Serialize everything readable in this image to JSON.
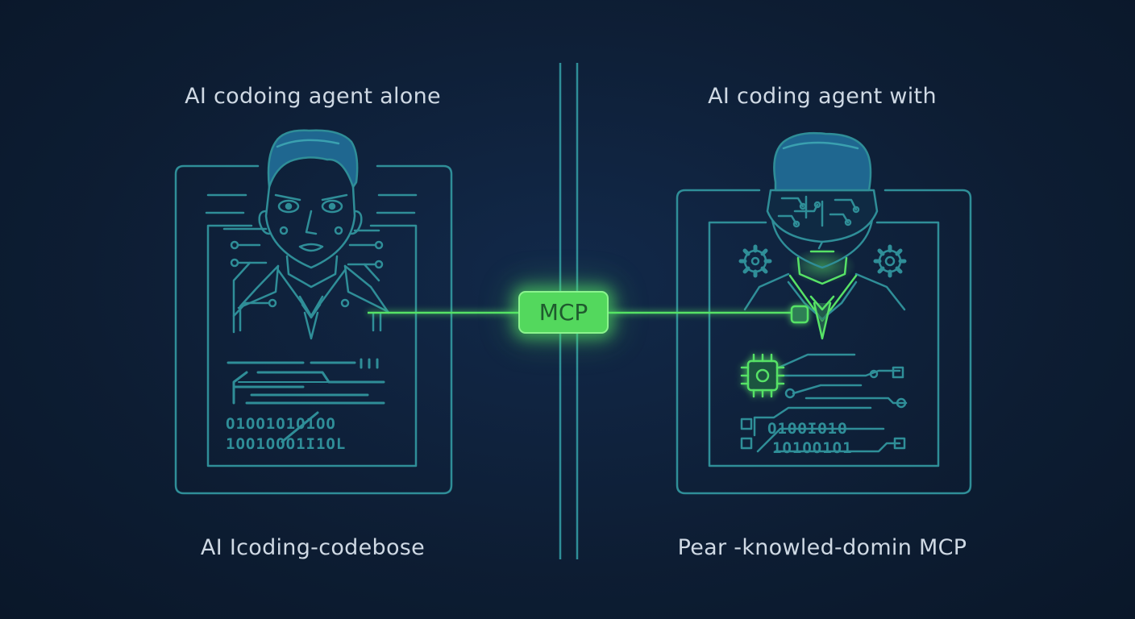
{
  "labels": {
    "left_title": "AI codoing agent alone",
    "right_title": "AI coding agent with",
    "left_caption": "AI Icoding-codebose",
    "right_caption": "Pear -knowled-domin MCP",
    "connector": "MCP"
  },
  "colors": {
    "background": "#0e1f35",
    "line_teal": "#2f8e98",
    "line_green": "#57e266",
    "hair_blue": "#1f6790",
    "text": "#cfd9e4"
  },
  "icons": {
    "left_avatar": "human-agent-icon",
    "right_avatar": "cyborg-agent-icon",
    "left_gear_right": "gear-icon",
    "right_gear_right": "gear-icon"
  }
}
